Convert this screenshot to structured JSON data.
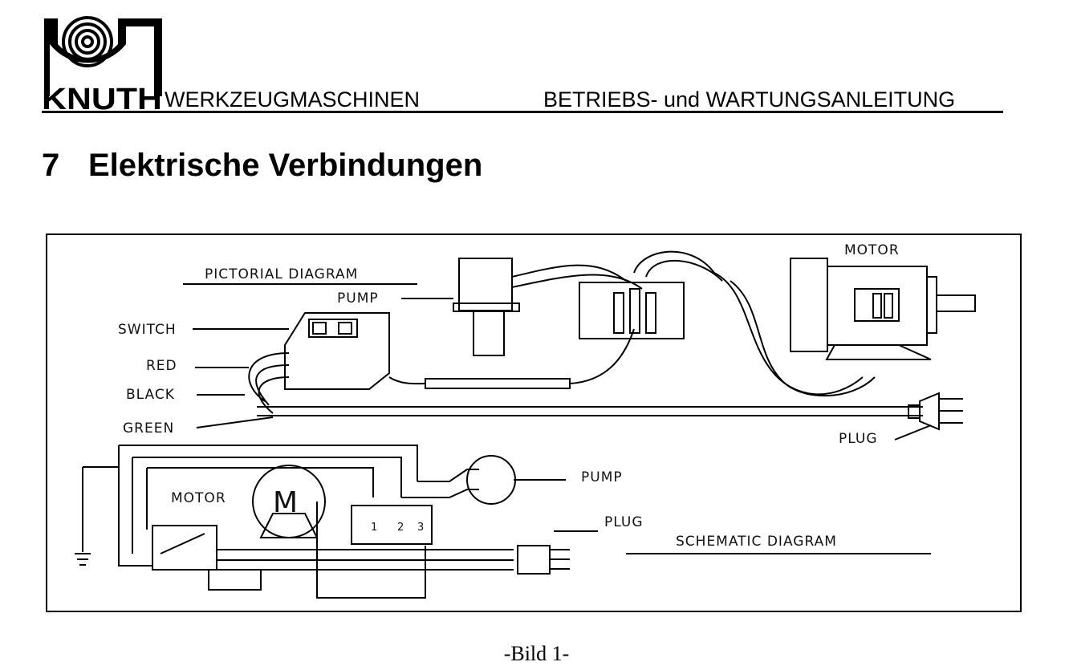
{
  "header": {
    "logo_text": "KNUTH",
    "brand_sub": "WERKZEUGMASCHINEN",
    "doc_type": "BETRIEBS- und WARTUNGSANLEITUNG"
  },
  "section": {
    "number": "7",
    "title": "Elektrische Verbindungen"
  },
  "figure": {
    "pictorial_title": "PICTORIAL DIAGRAM",
    "pictorial_labels": {
      "pump": "PUMP",
      "switch": "SWITCH",
      "red": "RED",
      "black": "BLACK",
      "green": "GREEN",
      "motor": "MOTOR",
      "plug": "PLUG"
    },
    "schematic_title": "SCHEMATIC DIAGRAM",
    "schematic_labels": {
      "motor": "MOTOR",
      "motor_symbol": "M",
      "pump": "PUMP",
      "plug": "PLUG",
      "terminals": [
        "1",
        "2",
        "3"
      ]
    },
    "caption": "-Bild 1-"
  }
}
